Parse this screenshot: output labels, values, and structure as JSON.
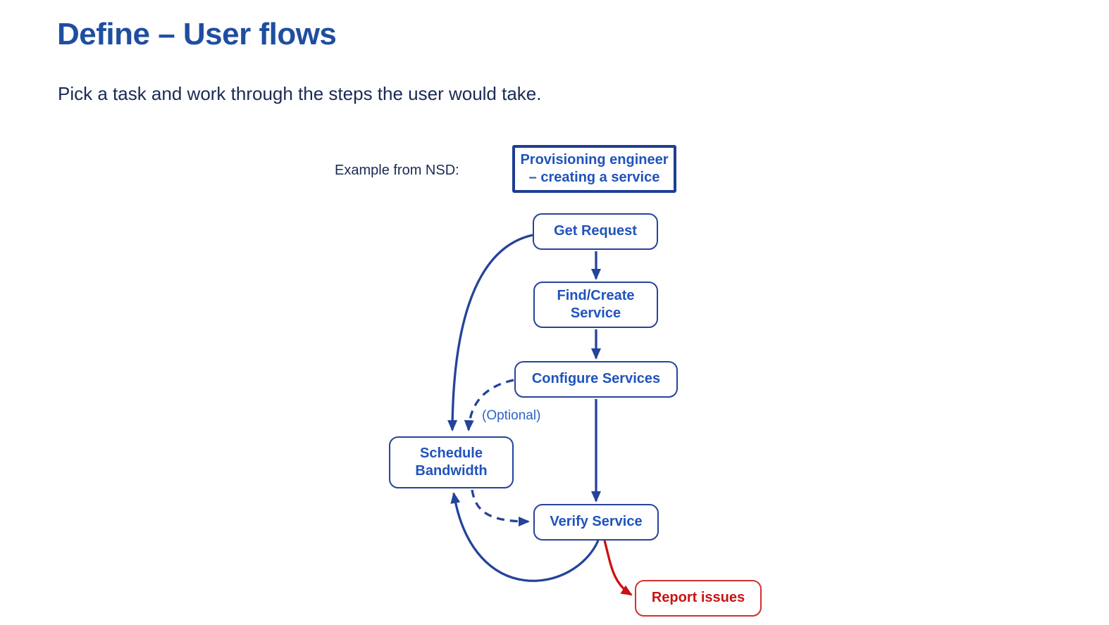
{
  "slide": {
    "title": "Define – User flows",
    "subtitle": "Pick a task and work through the steps the user would take."
  },
  "diagram": {
    "context_label": "Example from NSD:",
    "optional_note": "(Optional)",
    "nodes": {
      "persona": {
        "label": "Provisioning engineer\n– creating a service",
        "type": "persona"
      },
      "get_request": {
        "label": "Get Request",
        "type": "step"
      },
      "find_create": {
        "label": "Find/Create\nService",
        "type": "step"
      },
      "configure": {
        "label": "Configure Services",
        "type": "step"
      },
      "schedule": {
        "label": "Schedule\nBandwidth",
        "type": "step"
      },
      "verify": {
        "label": "Verify Service",
        "type": "step"
      },
      "report": {
        "label": "Report issues",
        "type": "issue"
      }
    },
    "edges": [
      {
        "from": "get_request",
        "to": "find_create",
        "style": "solid",
        "color": "blue"
      },
      {
        "from": "find_create",
        "to": "configure",
        "style": "solid",
        "color": "blue"
      },
      {
        "from": "configure",
        "to": "verify",
        "style": "solid",
        "color": "blue"
      },
      {
        "from": "get_request",
        "to": "schedule",
        "style": "solid",
        "color": "blue"
      },
      {
        "from": "configure",
        "to": "schedule",
        "style": "dashed",
        "color": "blue",
        "note": "(Optional)"
      },
      {
        "from": "schedule",
        "to": "verify",
        "style": "dashed",
        "color": "blue"
      },
      {
        "from": "verify",
        "to": "schedule",
        "style": "solid",
        "color": "blue"
      },
      {
        "from": "verify",
        "to": "report",
        "style": "solid",
        "color": "red"
      }
    ]
  },
  "colors": {
    "title_blue": "#1F4EA0",
    "text_navy": "#1A2A55",
    "node_border_blue": "#27449B",
    "persona_border_blue": "#1E3E91",
    "node_text_blue": "#2053BC",
    "arrow_blue": "#24439A",
    "optional_blue": "#2E63C8",
    "report_border_red": "#D03030",
    "report_text_red": "#C81414",
    "arrow_red": "#CC1111",
    "background": "#FFFFFF"
  }
}
